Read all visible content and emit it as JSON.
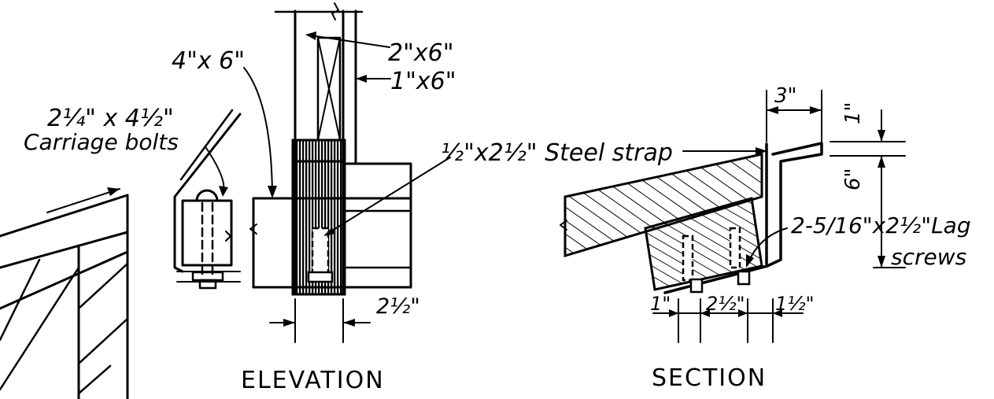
{
  "labels": {
    "lumber_4x6": "4\"x 6\"",
    "lumber_2x6": "2\"x6\"",
    "lumber_1x6": "1\"x6\"",
    "bolt_size": "2¼\" x 4½\"",
    "bolt_name": "Carriage bolts",
    "steel_strap": "½\"x2½\" Steel strap",
    "dim_2_half_elev": "2½\"",
    "dim_3": "3\"",
    "dim_1_top": "1\"",
    "dim_6": "6\"",
    "lag_screws_size": "2-5/16\"x2½\"Lag",
    "lag_screws_word": "screws",
    "dim_1_bottom": "1\"",
    "dim_2_half_section": "2½\"",
    "dim_1_half": "1½\""
  },
  "views": {
    "elevation_title": "ELEVATION",
    "section_title": "SECTION"
  }
}
